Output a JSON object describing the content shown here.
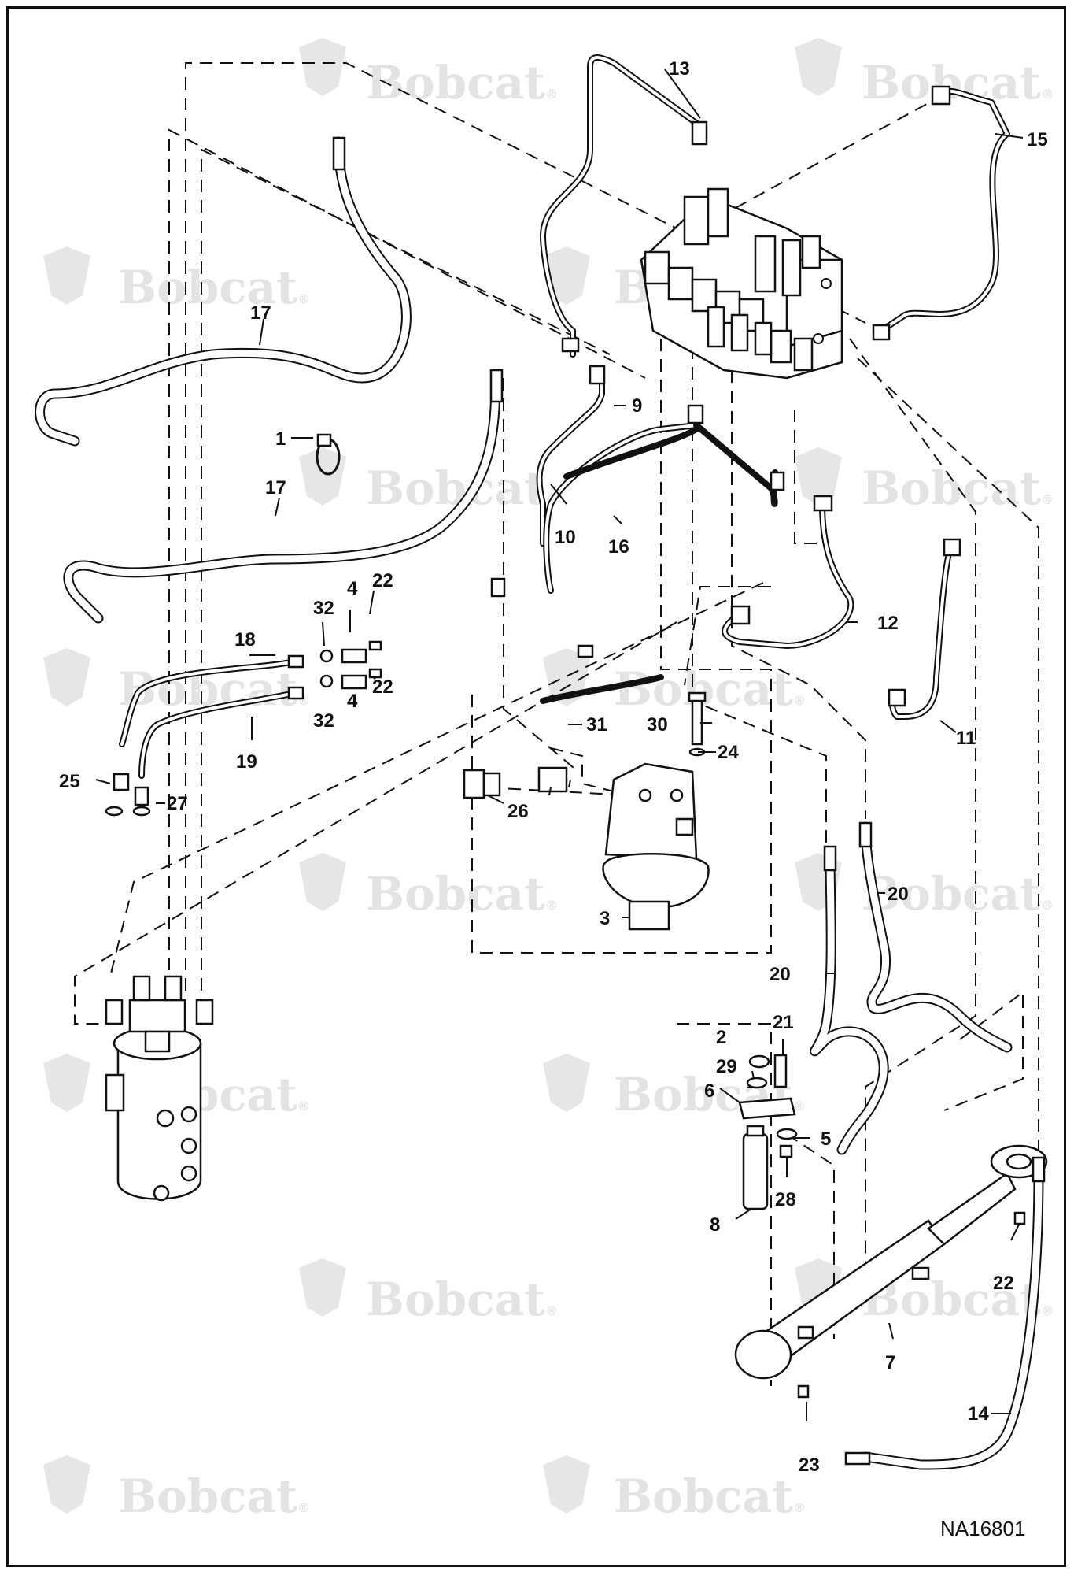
{
  "watermark": {
    "text": "Bobcat",
    "mark": "®"
  },
  "figure_code": "NA16801",
  "callouts": [
    {
      "id": "c13",
      "text": "13"
    },
    {
      "id": "c15",
      "text": "15"
    },
    {
      "id": "c17a",
      "text": "17"
    },
    {
      "id": "c1",
      "text": "1"
    },
    {
      "id": "c17b",
      "text": "17"
    },
    {
      "id": "c9",
      "text": "9"
    },
    {
      "id": "c10",
      "text": "10"
    },
    {
      "id": "c16",
      "text": "16"
    },
    {
      "id": "c12",
      "text": "12"
    },
    {
      "id": "c11",
      "text": "11"
    },
    {
      "id": "c4a",
      "text": "4"
    },
    {
      "id": "c22a",
      "text": "22"
    },
    {
      "id": "c32a",
      "text": "32"
    },
    {
      "id": "c18",
      "text": "18"
    },
    {
      "id": "c22b",
      "text": "22"
    },
    {
      "id": "c4b",
      "text": "4"
    },
    {
      "id": "c32b",
      "text": "32"
    },
    {
      "id": "c19",
      "text": "19"
    },
    {
      "id": "c25",
      "text": "25"
    },
    {
      "id": "c27",
      "text": "27"
    },
    {
      "id": "c31",
      "text": "31"
    },
    {
      "id": "c30",
      "text": "30"
    },
    {
      "id": "c24",
      "text": "24"
    },
    {
      "id": "c26",
      "text": "26"
    },
    {
      "id": "c3",
      "text": "3"
    },
    {
      "id": "c20a",
      "text": "20"
    },
    {
      "id": "c20b",
      "text": "20"
    },
    {
      "id": "c21",
      "text": "21"
    },
    {
      "id": "c2",
      "text": "2"
    },
    {
      "id": "c29",
      "text": "29"
    },
    {
      "id": "c6",
      "text": "6"
    },
    {
      "id": "c5",
      "text": "5"
    },
    {
      "id": "c28",
      "text": "28"
    },
    {
      "id": "c8",
      "text": "8"
    },
    {
      "id": "c22c",
      "text": "22"
    },
    {
      "id": "c7",
      "text": "7"
    },
    {
      "id": "c14",
      "text": "14"
    },
    {
      "id": "c23",
      "text": "23"
    }
  ]
}
